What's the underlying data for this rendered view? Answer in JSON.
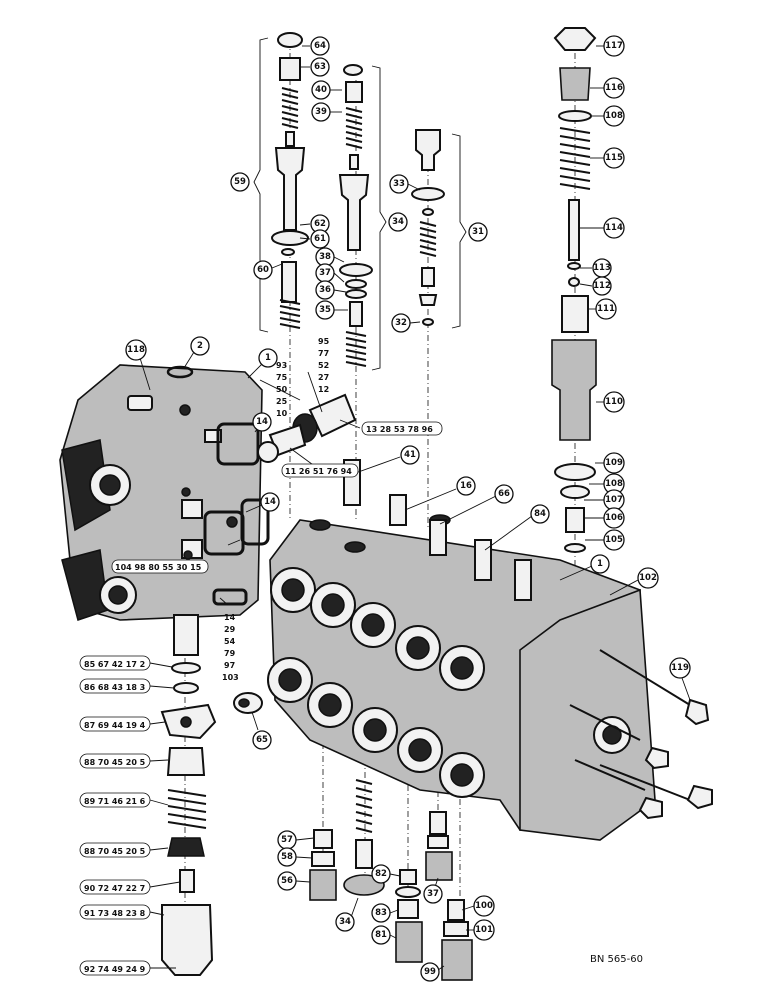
{
  "drawing_ref": "BN 565-60",
  "callouts": {
    "c64": "64",
    "c63": "63",
    "c40": "40",
    "c39": "39",
    "c33": "33",
    "c59": "59",
    "c34": "34",
    "c31": "31",
    "c62": "62",
    "c61": "61",
    "c60": "60",
    "c38": "38",
    "c37": "37",
    "c36": "36",
    "c35": "35",
    "c32": "32",
    "c117": "117",
    "c116": "116",
    "c108a": "108",
    "c115": "115",
    "c114": "114",
    "c113": "113",
    "c112": "112",
    "c111": "111",
    "c110": "110",
    "c109": "109",
    "c108b": "108",
    "c107": "107",
    "c106": "106",
    "c105": "105",
    "c118": "118",
    "c2": "2",
    "c1a": "1",
    "c41": "41",
    "c16": "16",
    "c66": "66",
    "c84": "84",
    "c1b": "1",
    "c102": "102",
    "c14a": "14",
    "c14b": "14",
    "c65": "65",
    "c119": "119",
    "c57": "57",
    "c58": "58",
    "c56": "56",
    "c34b": "34",
    "c82": "82",
    "c83": "83",
    "c81": "81",
    "c37b": "37",
    "c100": "100",
    "c101": "101",
    "c99": "99"
  },
  "group_labels": {
    "g_left_top": [
      "93",
      "75",
      "50",
      "25",
      "10"
    ],
    "g_right_top": [
      "95",
      "77",
      "52",
      "27",
      "12"
    ],
    "g_right_row": "13 28 53 78 96",
    "g_mid_row": "11 26 51 76 94",
    "g_left_row": "104 98 80 55 30 15",
    "g_col_14": [
      "14",
      "29",
      "54",
      "79",
      "97",
      "103"
    ]
  },
  "stack_labels": [
    "85 67 42 17 2",
    "86 68 43 18 3",
    "87 69 44 19 4",
    "88 70 45 20 5",
    "89 71 46 21 6",
    "88 70 45 20 5",
    "90 72 47 22 7",
    "91 73 48 23 8",
    "92 74 49 24 9"
  ]
}
